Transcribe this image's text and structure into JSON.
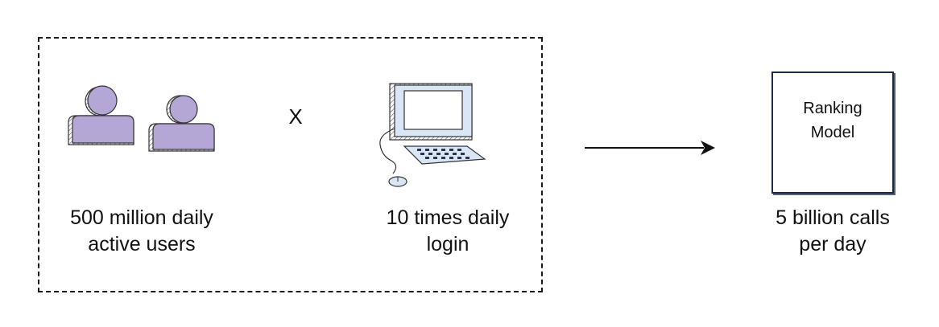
{
  "operator": "X",
  "users": {
    "label": "500 million daily\nactive users",
    "icon": "users-icon",
    "fill_color": "#b4a7d6"
  },
  "login": {
    "label": "10 times daily\nlogin",
    "icon": "computer-icon",
    "fill_color": "#d9e6f5"
  },
  "model": {
    "label": "Ranking\nModel",
    "border_color": "#1f2a44"
  },
  "result": {
    "label": "5 billion calls\nper day"
  },
  "arrow": {
    "icon": "arrow-right-icon"
  }
}
